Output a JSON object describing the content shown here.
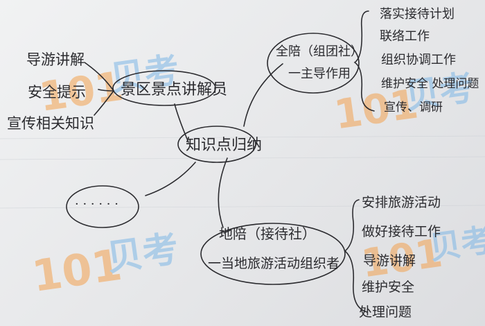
{
  "watermark": {
    "num": "101",
    "text": "贝考",
    "num_color": "#f3a250",
    "text_color": "#7eb7e6"
  },
  "ink_color": "#2b2b2f",
  "center": {
    "label": "知识点归纳"
  },
  "nodes": {
    "scenic": {
      "label": "景区景点讲解员"
    },
    "full": {
      "line1": "全陪（组团社）",
      "line2": "一主导作用"
    },
    "local": {
      "line1": "地陪（接待社）",
      "line2": "一当地旅游活动组织者"
    },
    "blank": {
      "label": "· · · · · ·"
    }
  },
  "branches": {
    "scenic": [
      "导游讲解",
      "安全提示",
      "宣传相关知识"
    ],
    "full": [
      "落实接待计划",
      "联络工作",
      "组织协调工作",
      "维护安全 处理问题",
      "宣传、调研"
    ],
    "local": [
      "安排旅游活动",
      "做好接待工作",
      "导游讲解",
      "维护安全",
      "处理问题"
    ]
  }
}
